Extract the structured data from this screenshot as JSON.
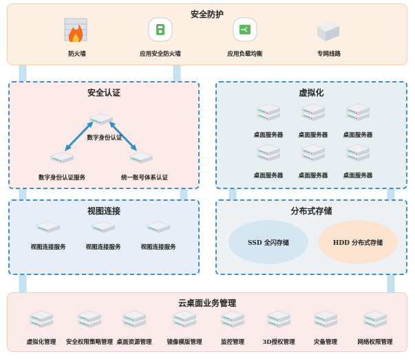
{
  "security": {
    "title": "安全防护",
    "items": [
      "防火墙",
      "应用安全防火墙",
      "应用负载均衡",
      "专网线路"
    ]
  },
  "auth": {
    "title": "安全认证",
    "top": "数字身份认证",
    "left": "数字身份认证服务",
    "right": "统一账号体系认证"
  },
  "virt": {
    "title": "虚拟化",
    "items": [
      "桌面服务器",
      "桌面服务器",
      "桌面服务器",
      "桌面服务器",
      "桌面服务器",
      "桌面服务器"
    ]
  },
  "view": {
    "title": "视图连接",
    "items": [
      "视图连接服务",
      "视图连接服务",
      "视图连接服务"
    ]
  },
  "storage": {
    "title": "分布式存储",
    "ssd": "SSD 全闪存储",
    "hdd": "HDD 分布式存储"
  },
  "mgmt": {
    "title": "云桌面业务管理",
    "items": [
      "虚拟化管理",
      "安全权限策略管理",
      "桌面资源管理",
      "镜像模版管理",
      "监控管理",
      "3D授权管理",
      "灾备管理",
      "网络权限管理"
    ]
  },
  "colors": {
    "arrow": "#bfe0ee",
    "dash": "#3a8fd0",
    "auth_arrow": "#2f8fc8"
  }
}
